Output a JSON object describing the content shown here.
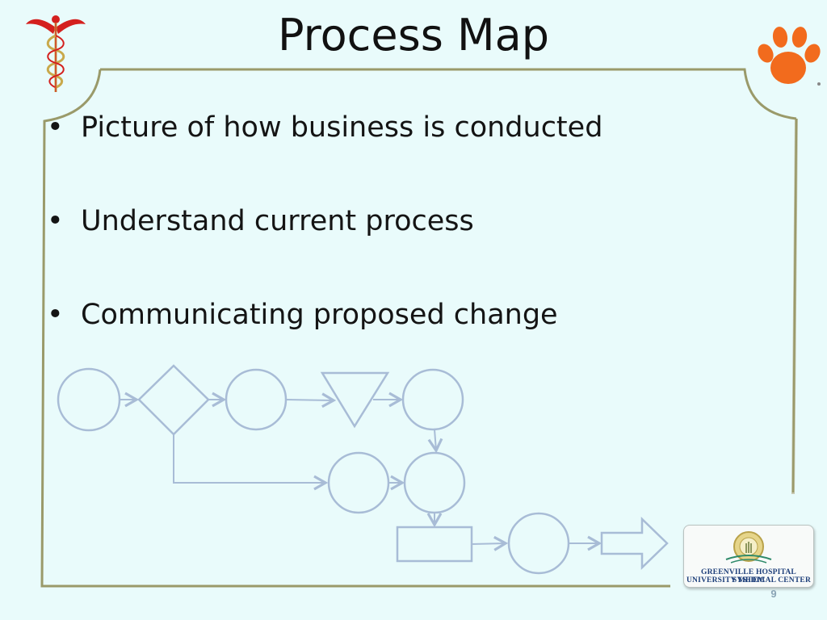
{
  "slide": {
    "title": "Process Map",
    "bullets": [
      "Picture of how business is conducted",
      "Understand current process",
      "Communicating proposed change"
    ],
    "bullet_glyph": "•",
    "page_number": "9"
  },
  "logos": {
    "left_emblem": "caduceus-icon",
    "right_emblem": "tiger-paw-icon",
    "hospital": {
      "line1": "GREENVILLE HOSPITAL SYSTEM",
      "line2": "UNIVERSITY MEDICAL CENTER"
    }
  },
  "flowchart": {
    "nodes": [
      {
        "id": "start",
        "shape": "circle"
      },
      {
        "id": "decision",
        "shape": "diamond"
      },
      {
        "id": "step-1",
        "shape": "circle"
      },
      {
        "id": "merge",
        "shape": "triangle"
      },
      {
        "id": "step-2",
        "shape": "circle"
      },
      {
        "id": "alt-step",
        "shape": "circle"
      },
      {
        "id": "step-3",
        "shape": "circle"
      },
      {
        "id": "process-box",
        "shape": "rectangle"
      },
      {
        "id": "step-4",
        "shape": "circle"
      },
      {
        "id": "exit",
        "shape": "block-arrow"
      }
    ],
    "edges": [
      [
        "start",
        "decision"
      ],
      [
        "decision",
        "step-1"
      ],
      [
        "step-1",
        "merge"
      ],
      [
        "merge",
        "step-2"
      ],
      [
        "step-2",
        "step-3"
      ],
      [
        "decision",
        "alt-step"
      ],
      [
        "alt-step",
        "step-3"
      ],
      [
        "step-3",
        "process-box"
      ],
      [
        "process-box",
        "step-4"
      ],
      [
        "step-4",
        "exit"
      ]
    ]
  },
  "colors": {
    "background": "#e9fbfb",
    "frame": "#9a9a6a",
    "flow_stroke": "#a8bcd6",
    "paw": "#f26b1d",
    "caduceus": "#d4201e"
  }
}
